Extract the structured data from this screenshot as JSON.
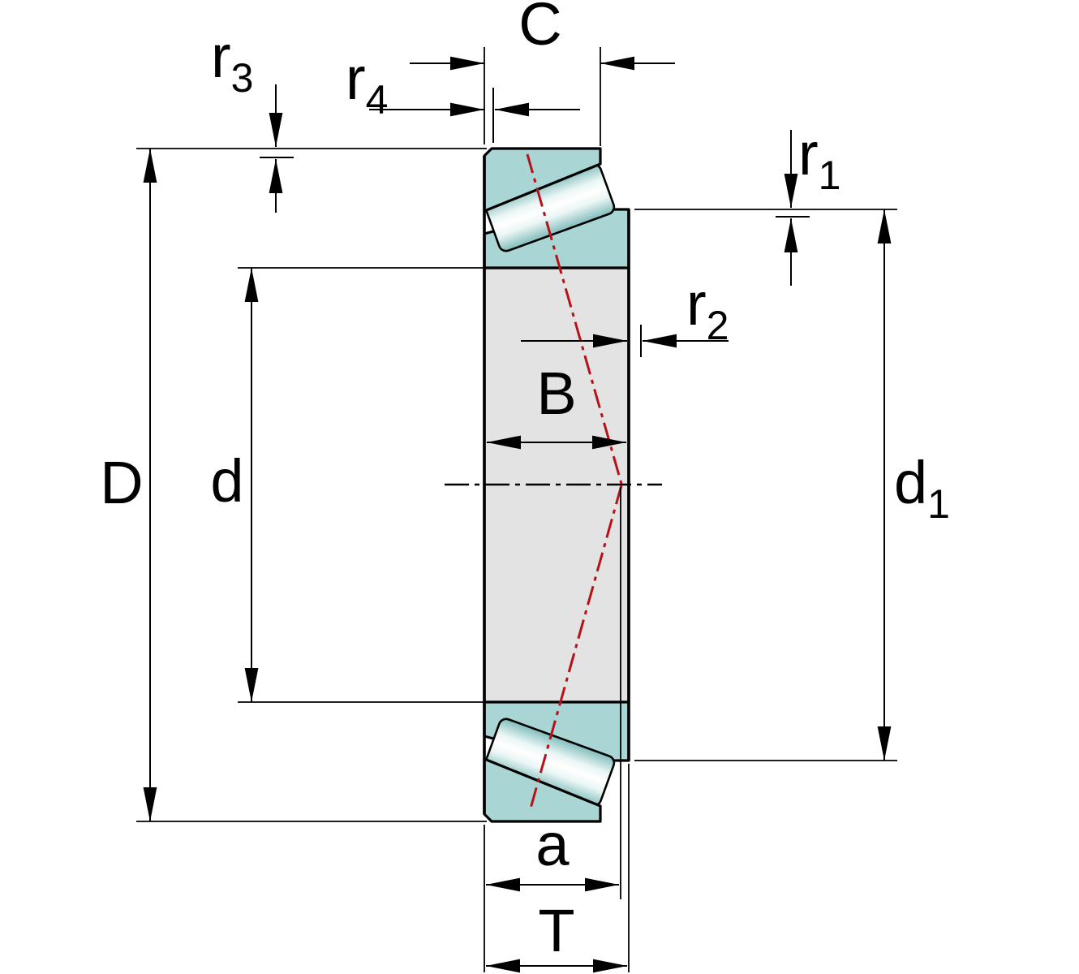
{
  "labels": {
    "D": "D",
    "d": "d",
    "d1": {
      "main": "d",
      "sub": "1"
    },
    "B": "B",
    "C": "C",
    "T": "T",
    "a": "a",
    "r1": {
      "main": "r",
      "sub": "1"
    },
    "r2": {
      "main": "r",
      "sub": "2"
    },
    "r3": {
      "main": "r",
      "sub": "3"
    },
    "r4": {
      "main": "r",
      "sub": "4"
    }
  },
  "colors": {
    "ring_fill": "#a9d6d4",
    "roller_edge": "#7fbcba",
    "section_gray": "#e3e3e3",
    "pressure_line_red": "#b51218",
    "line_black": "#000000",
    "background": "#ffffff"
  }
}
